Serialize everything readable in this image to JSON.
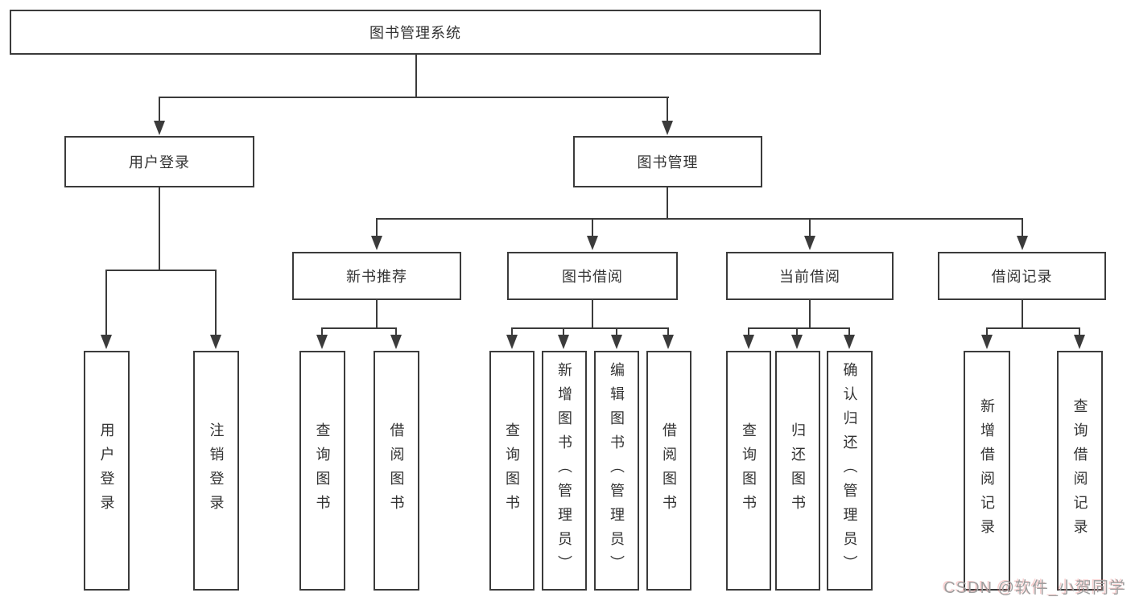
{
  "root": {
    "label": "图书管理系统"
  },
  "level2": {
    "user_login": "用户登录",
    "book_management": "图书管理"
  },
  "level3": {
    "new_book_recommend": "新书推荐",
    "book_borrowing": "图书借阅",
    "current_borrowing": "当前借阅",
    "borrowing_records": "借阅记录"
  },
  "leaves": {
    "user_login": "用户登录",
    "logout": "注销登录",
    "nbr_query_books": "查询图书",
    "nbr_borrow_books": "借阅图书",
    "bb_query_books": "查询图书",
    "bb_add_books": "新增图书（管理员）",
    "bb_edit_books": "编辑图书（管理员）",
    "bb_borrow_books": "借阅图书",
    "cb_query_books": "查询图书",
    "cb_return_books": "归还图书",
    "cb_confirm_return": "确认归还（管理员）",
    "br_add_record": "新增借阅记录",
    "br_query_record": "查询借阅记录"
  },
  "watermark": "CSDN @软件_小贺同学",
  "colors": {
    "line": "#3b3b3b",
    "text": "#333333",
    "background": "#ffffff",
    "watermark": "#9e9e9e"
  }
}
